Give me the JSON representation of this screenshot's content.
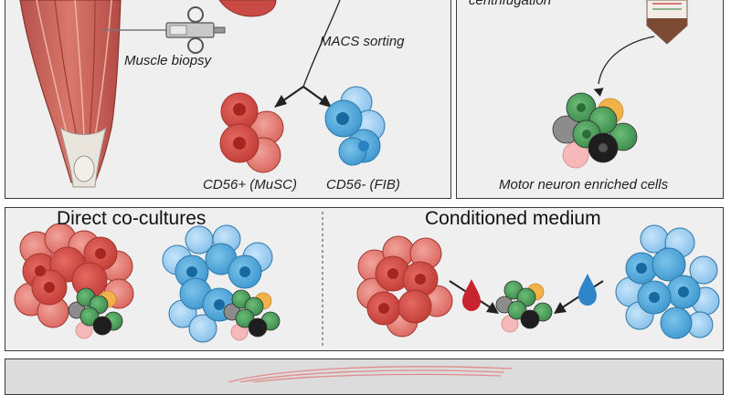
{
  "top_left_panel": {
    "biopsy_label": "Muscle biopsy",
    "sorting_label": "MACS sorting",
    "musc_label": "CD56+ (MuSC)",
    "fib_label": "CD56- (FIB)"
  },
  "top_right_panel": {
    "centrifugation_label": "centrifugation",
    "motor_neuron_label": "Motor neuron enriched cells"
  },
  "middle_panel": {
    "direct_title": "Direct co-cultures",
    "conditioned_title": "Conditioned medium"
  },
  "colors": {
    "muscle_red": "#c9473f",
    "muscle_red_light": "#e58a82",
    "fib_blue": "#4aa3d6",
    "fib_blue_light": "#9fd0f2",
    "green": "#4a9a58",
    "orange": "#f2b24a",
    "grey": "#8c8c8c",
    "black": "#1e1e1e",
    "pink": "#f6b8b8",
    "blood_drop": "#c8242f",
    "blue_drop": "#2e86c9",
    "panel_bg": "#efefef",
    "bottom_panel_bg": "#dcdcdc"
  }
}
